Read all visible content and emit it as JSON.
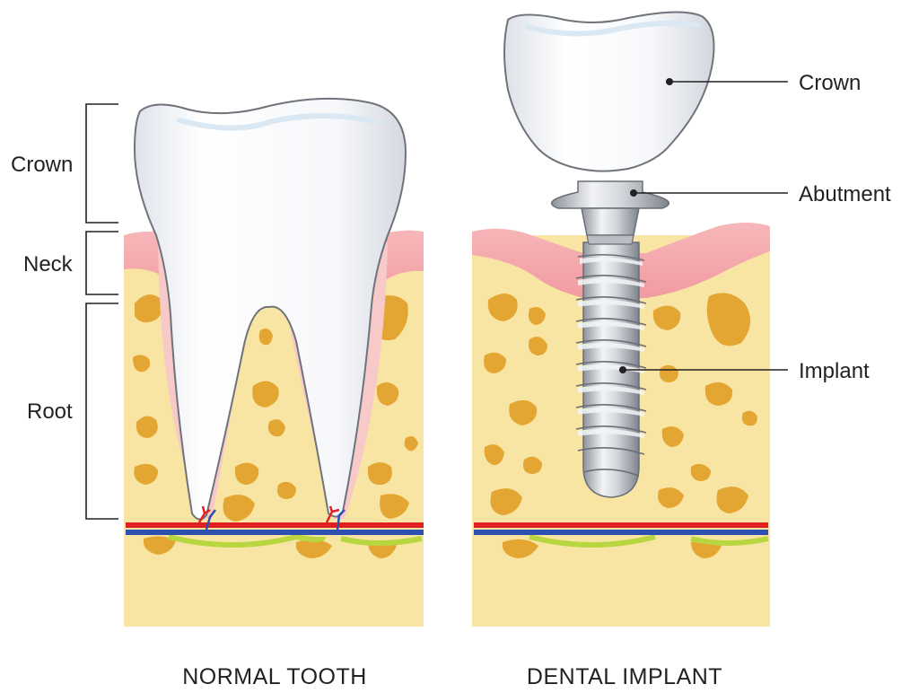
{
  "normal_tooth": {
    "caption": "NORMAL TOOTH",
    "labels": {
      "crown": "Crown",
      "neck": "Neck",
      "root": "Root"
    }
  },
  "dental_implant": {
    "caption": "DENTAL IMPLANT",
    "labels": {
      "crown": "Crown",
      "abutment": "Abutment",
      "implant": "Implant"
    }
  },
  "colors": {
    "bone": "#f9e5a3",
    "bone_pore": "#e3a632",
    "gum": "#f5b4b4",
    "tooth": "#f3f5f8",
    "nerve_red": "#e02020",
    "nerve_blue": "#2d4fb0",
    "nerve_green": "#b8d640",
    "metal": "#c9ccd1"
  }
}
